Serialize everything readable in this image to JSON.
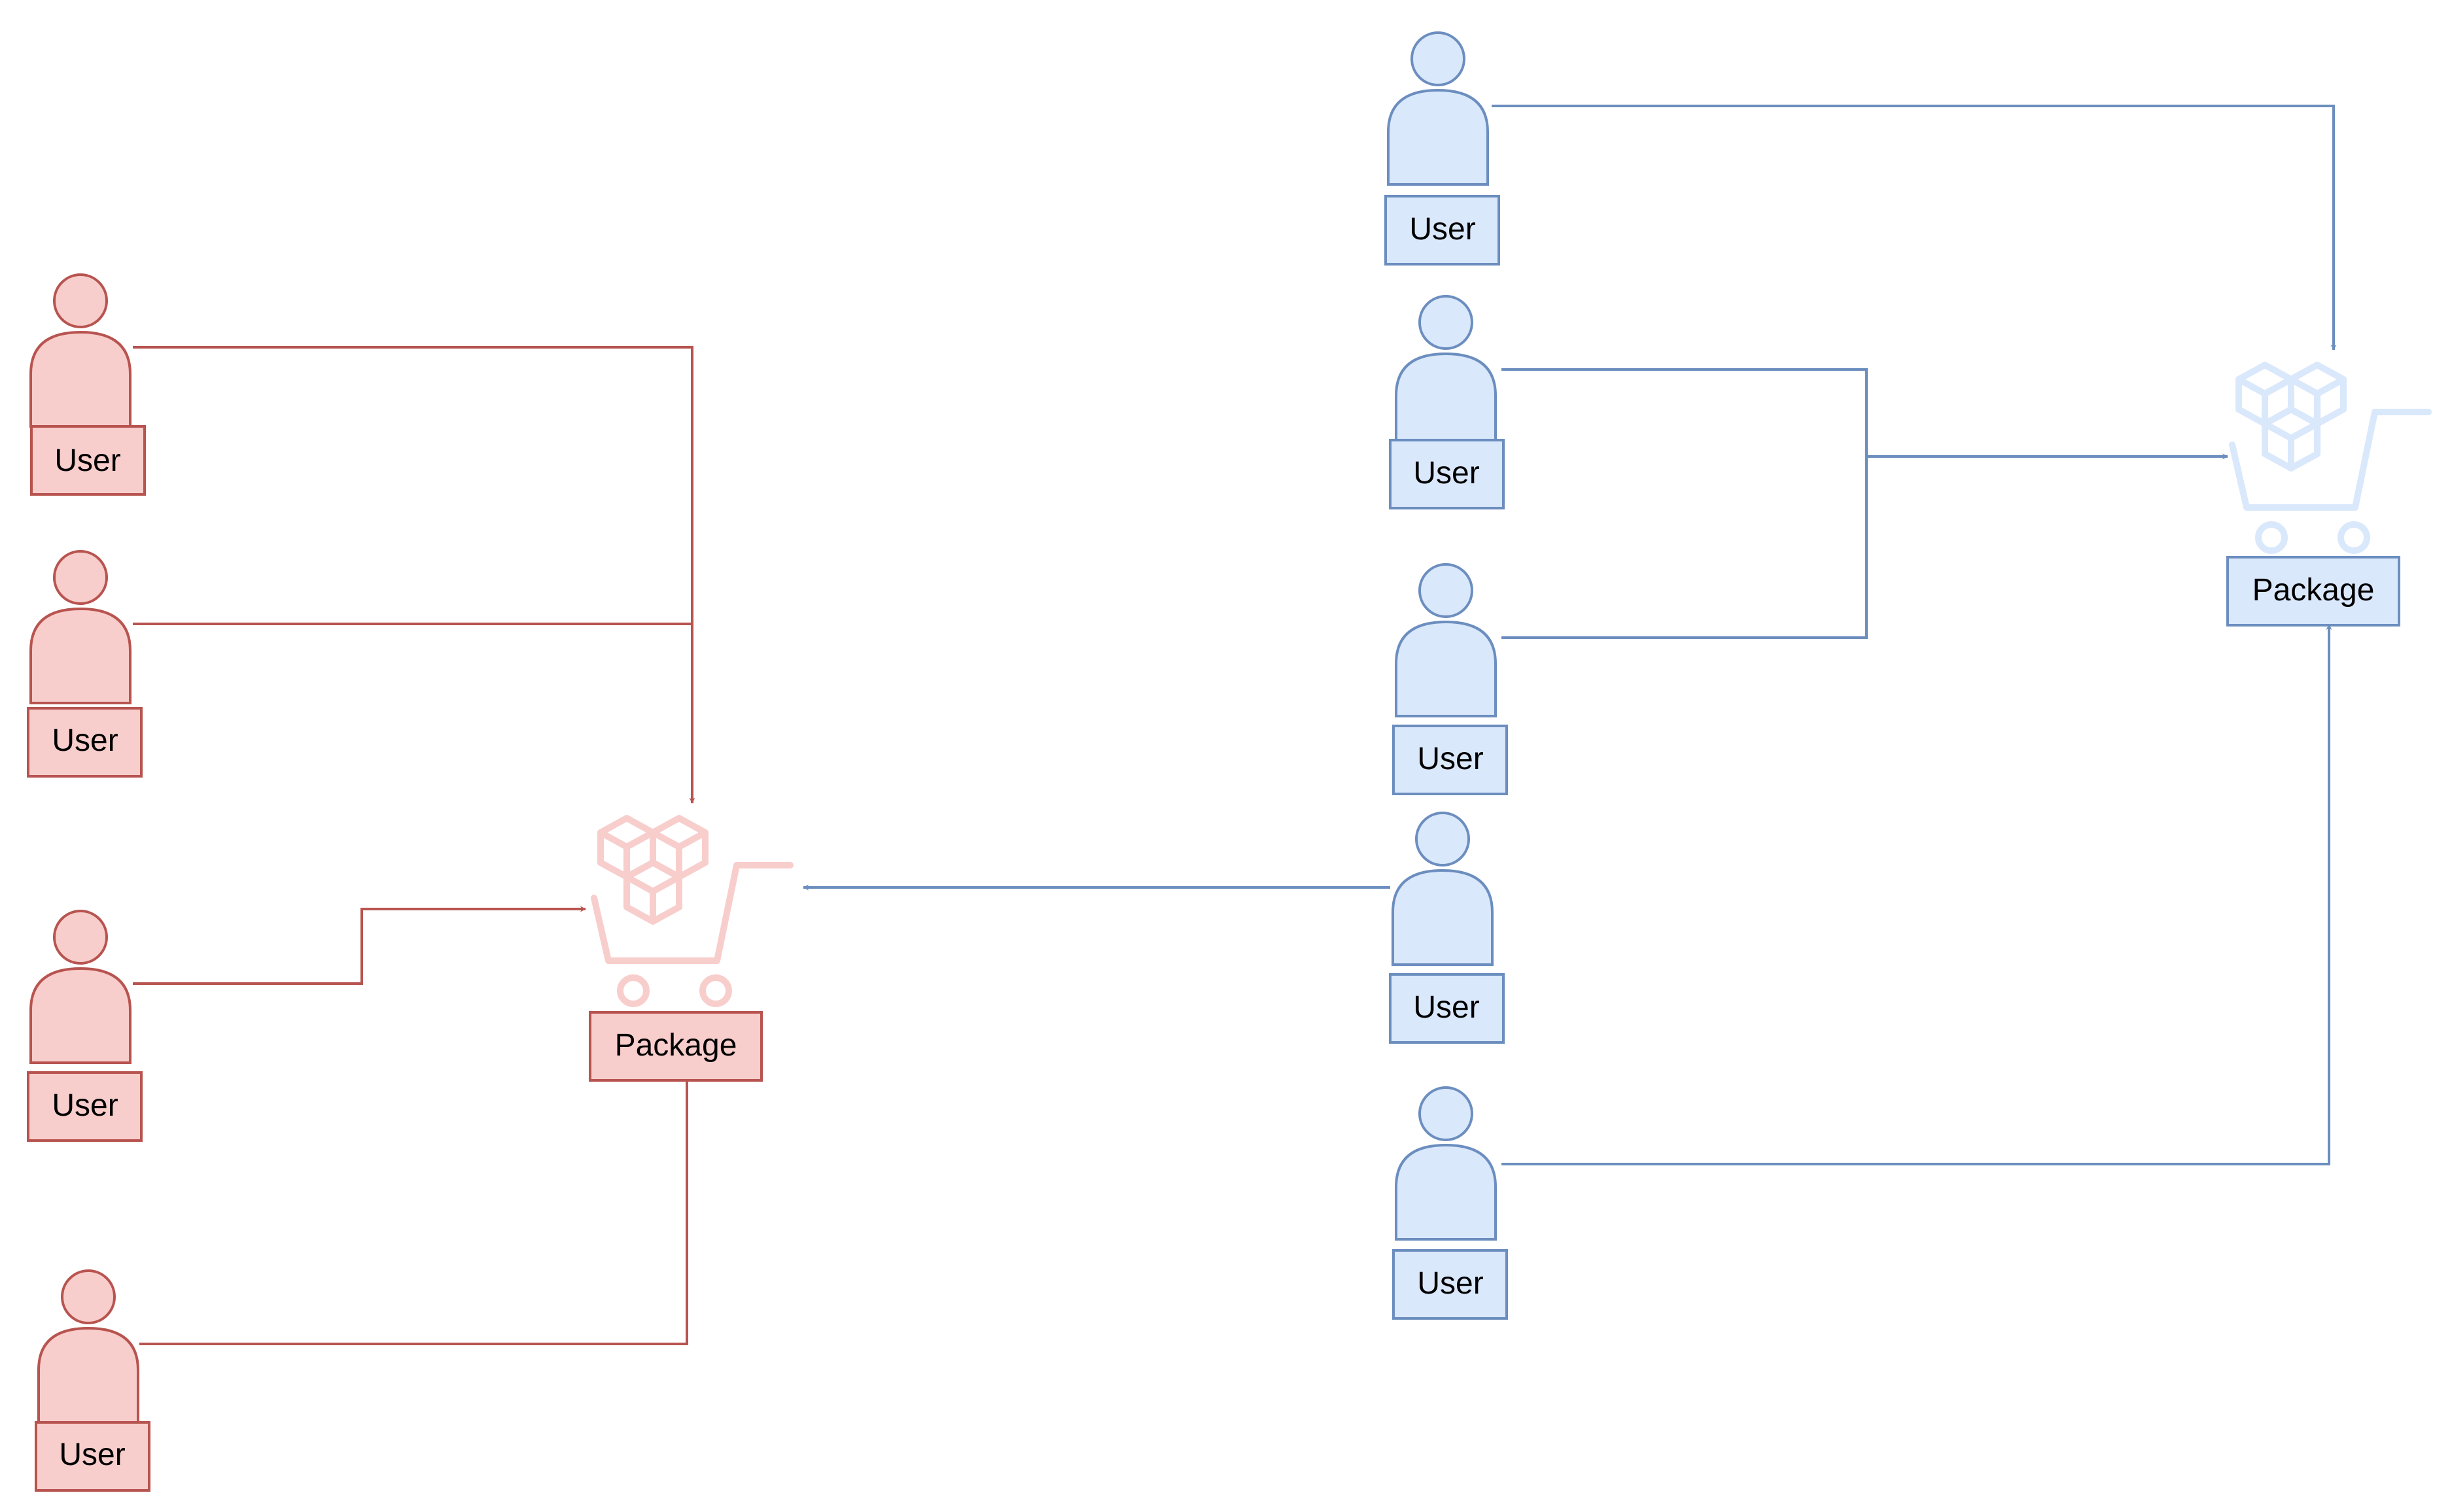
{
  "colors": {
    "red_fill": "#f8cecc",
    "red_stroke": "#b85450",
    "red_icon": "#f8cecc",
    "blue_fill": "#dae8fc",
    "blue_stroke": "#6c8ebf",
    "blue_icon": "#dae8fc",
    "background": "#ffffff"
  },
  "icons": {
    "user": "person-silhouette-icon",
    "package": "shopping-cart-with-boxes-icon"
  },
  "red_group": {
    "users": [
      {
        "label": "User"
      },
      {
        "label": "User"
      },
      {
        "label": "User"
      },
      {
        "label": "User"
      }
    ],
    "package": {
      "label": "Package"
    }
  },
  "blue_group": {
    "users": [
      {
        "label": "User"
      },
      {
        "label": "User"
      },
      {
        "label": "User"
      },
      {
        "label": "User"
      },
      {
        "label": "User"
      }
    ],
    "package": {
      "label": "Package"
    }
  }
}
